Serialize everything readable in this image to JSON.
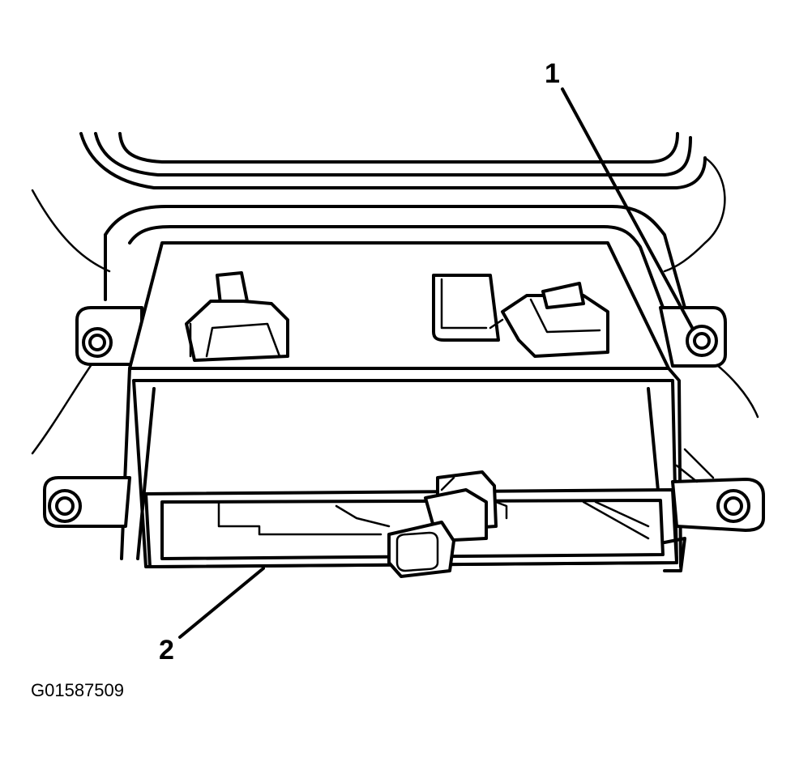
{
  "diagram": {
    "callouts": [
      {
        "id": "1",
        "label": "1"
      },
      {
        "id": "2",
        "label": "2"
      }
    ],
    "figure_id": "G01587509"
  },
  "colors": {
    "line": "#000000",
    "background": "#ffffff"
  }
}
